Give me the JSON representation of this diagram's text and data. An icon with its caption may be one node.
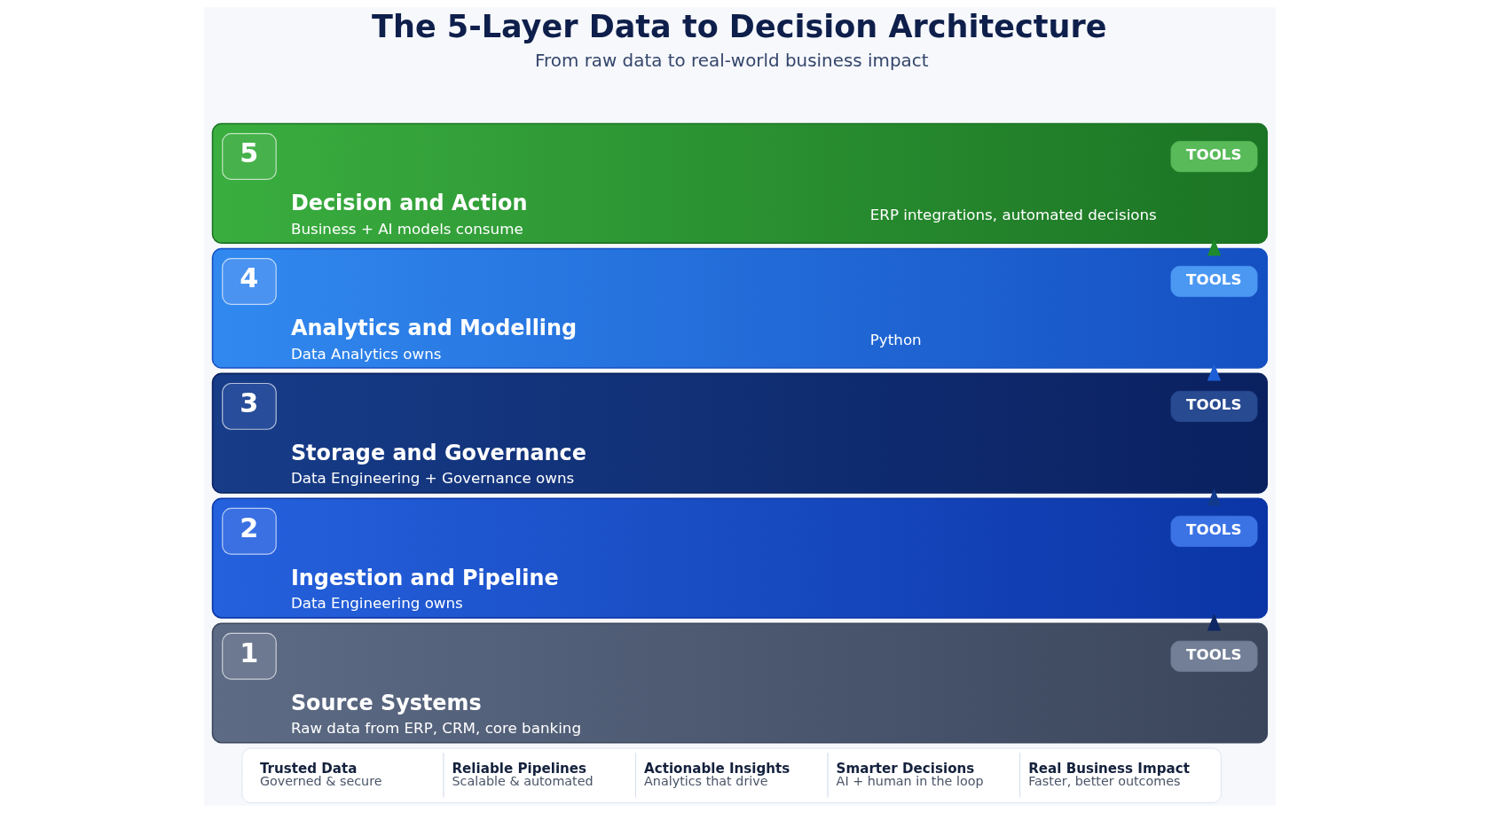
{
  "diagram": {
    "title": "The 5-Layer Data to Decision Architecture",
    "nodes": [
      {
        "text": [
          "Decision and Action",
          "Business + AI models consume",
          "ERP integrations, automated decisions"
        ]
      },
      {
        "text": [
          "5"
        ],
        "in": 0
      },
      {
        "text": [
          "TOOLS"
        ],
        "in": 0
      },
      {
        "text": [
          "Analytics and Modelling",
          "Data Analytics owns",
          "Python"
        ]
      },
      {
        "text": [
          "4"
        ],
        "in": 3
      },
      {
        "text": [
          "TOOLS"
        ],
        "in": 3
      },
      {
        "text": [
          "Storage and Governance",
          "Data Engineering + Governance owns"
        ]
      },
      {
        "text": [
          "3"
        ],
        "in": 6
      },
      {
        "text": [
          "TOOLS"
        ],
        "in": 6
      },
      {
        "text": [
          "Ingestion and Pipeline",
          "Data Engineering owns"
        ]
      },
      {
        "text": [
          "2"
        ],
        "in": 9
      },
      {
        "text": [
          "TOOLS"
        ],
        "in": 9
      },
      {
        "text": [
          "Source Systems",
          "Raw data from ERP, CRM, core banking"
        ]
      },
      {
        "text": [
          "1"
        ],
        "in": 12
      },
      {
        "text": [
          "TOOLS"
        ],
        "in": 12
      },
      {
        "text": [
          "Trusted Data",
          "Governed & secure",
          "Reliable Pipelines",
          "Scalable & automated",
          "Actionable Insights",
          "Analytics that drive",
          "Smarter Decisions",
          "AI + human in the loop",
          "Real Business Impact",
          "Faster, better outcomes"
        ]
      }
    ],
    "edges": [
      {
        "from": 3,
        "to": 0,
        "arrow": "to",
        "color": "#1e8a2c"
      },
      {
        "from": 6,
        "to": 3,
        "arrow": "to",
        "color": "#1d5fd6"
      },
      {
        "from": 9,
        "to": 6,
        "arrow": "to",
        "color": "#123a8c"
      },
      {
        "from": 12,
        "to": 9,
        "arrow": "to",
        "color": "#0e2763"
      }
    ],
    "labels": [
      "From raw data to real-world business impact"
    ]
  }
}
